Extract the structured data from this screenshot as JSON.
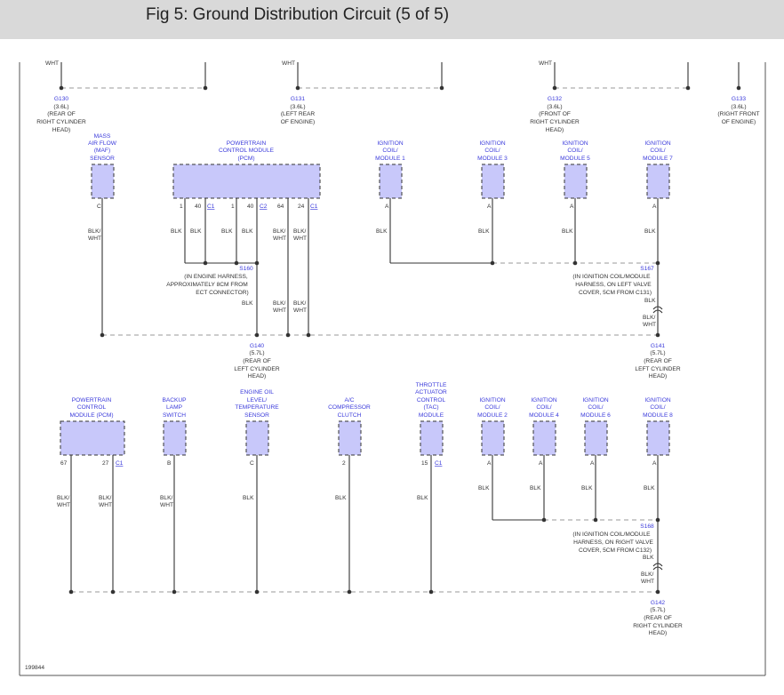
{
  "header": {
    "title": "Fig 5: Ground Distribution Circuit (5 of 5)"
  },
  "figure_id": "199844",
  "top_section": {
    "partial_wire_labels": [
      "WHT",
      "WHT",
      "WHT"
    ],
    "grounds": [
      {
        "id": "G130",
        "engine": "(3.6L)",
        "loc1": "(REAR OF",
        "loc2": "RIGHT CYLINDER",
        "loc3": "HEAD)"
      },
      {
        "id": "G131",
        "engine": "(3.6L)",
        "loc1": "(LEFT REAR",
        "loc2": "OF ENGINE)"
      },
      {
        "id": "G132",
        "engine": "(3.6L)",
        "loc1": "(FRONT OF",
        "loc2": "RIGHT CYLINDER",
        "loc3": "HEAD)"
      },
      {
        "id": "G133",
        "engine": "(3.6L)",
        "loc1": "(RIGHT FRONT",
        "loc2": "OF ENGINE)"
      }
    ]
  },
  "middle_section": {
    "components": [
      {
        "l1": "MASS",
        "l2": "AIR FLOW",
        "l3": "(MAF)",
        "l4": "SENSOR",
        "pin": "C",
        "wire1": "BLK/",
        "wire2": "WHT"
      },
      {
        "l1": "POWERTRAIN",
        "l2": "CONTROL MODULE",
        "l3": "(PCM)"
      },
      {
        "l1": "IGNITION",
        "l2": "COIL/",
        "l3": "MODULE 1",
        "pin": "A",
        "wire": "BLK"
      },
      {
        "l1": "IGNITION",
        "l2": "COIL/",
        "l3": "MODULE 3",
        "pin": "A",
        "wire": "BLK"
      },
      {
        "l1": "IGNITION",
        "l2": "COIL/",
        "l3": "MODULE 5",
        "pin": "A",
        "wire": "BLK"
      },
      {
        "l1": "IGNITION",
        "l2": "COIL/",
        "l3": "MODULE 7",
        "pin": "A",
        "wire": "BLK"
      }
    ],
    "pcm_pins": [
      "1",
      "40",
      "C1",
      "1",
      "40",
      "C2",
      "64",
      "24",
      "C1"
    ],
    "pcm_wires": [
      "BLK",
      "BLK",
      "BLK",
      "BLK",
      "BLK/",
      "WHT",
      "BLK/",
      "WHT"
    ],
    "s160": {
      "id": "S160",
      "d1": "(IN ENGINE HARNESS,",
      "d2": "APPROXIMATELY 8CM FROM",
      "d3": "ECT CONNECTOR)",
      "wire": "BLK"
    },
    "s160_lower_wires": [
      "BLK/",
      "WHT",
      "BLK/",
      "WHT"
    ],
    "s167": {
      "id": "S167",
      "d1": "(IN IGNITION COIL/MODULE",
      "d2": "HARNESS, ON LEFT VALVE",
      "d3": "COVER, 5CM FROM C131)",
      "wire_top": "BLK",
      "wire_bot1": "BLK/",
      "wire_bot2": "WHT"
    },
    "g140": {
      "id": "G140",
      "engine": "(5.7L)",
      "loc1": "(REAR OF",
      "loc2": "LEFT CYLINDER",
      "loc3": "HEAD)"
    },
    "g141": {
      "id": "G141",
      "engine": "(5.7L)",
      "loc1": "(REAR OF",
      "loc2": "LEFT CYLINDER",
      "loc3": "HEAD)"
    }
  },
  "bottom_section": {
    "components": [
      {
        "l1": "POWERTRAIN",
        "l2": "CONTROL",
        "l3": "MODULE (PCM)"
      },
      {
        "l1": "BACKUP",
        "l2": "LAMP",
        "l3": "SWITCH",
        "pin": "B",
        "wire1": "BLK/",
        "wire2": "WHT"
      },
      {
        "l1": "ENGINE OIL",
        "l2": "LEVEL/",
        "l3": "TEMPERATURE",
        "l4": "SENSOR",
        "pin": "C",
        "wire": "BLK"
      },
      {
        "l1": "A/C",
        "l2": "COMPRESSOR",
        "l3": "CLUTCH",
        "pin": "2",
        "wire": "BLK"
      },
      {
        "l1": "THROTTLE",
        "l2": "ACTUATOR",
        "l3": "CONTROL",
        "l4": "(TAC)",
        "l5": "MODULE",
        "pin": "15",
        "conn": "C1",
        "wire": "BLK"
      },
      {
        "l1": "IGNITION",
        "l2": "COIL/",
        "l3": "MODULE 2",
        "pin": "A",
        "wire": "BLK"
      },
      {
        "l1": "IGNITION",
        "l2": "COIL/",
        "l3": "MODULE 4",
        "pin": "A",
        "wire": "BLK"
      },
      {
        "l1": "IGNITION",
        "l2": "COIL/",
        "l3": "MODULE 6",
        "pin": "A",
        "wire": "BLK"
      },
      {
        "l1": "IGNITION",
        "l2": "COIL/",
        "l3": "MODULE 8",
        "pin": "A",
        "wire": "BLK"
      }
    ],
    "pcm_pins": [
      "67",
      "27",
      "C1"
    ],
    "pcm_wires": [
      {
        "a": "BLK/",
        "b": "WHT"
      },
      {
        "a": "BLK/",
        "b": "WHT"
      }
    ],
    "s168": {
      "id": "S168",
      "d1": "(IN IGNITION COIL/MODULE",
      "d2": "HARNESS, ON RIGHT VALVE",
      "d3": "COVER, 5CM FROM C132)",
      "wire_top": "BLK",
      "wire_bot1": "BLK/",
      "wire_bot2": "WHT"
    },
    "g142": {
      "id": "G142",
      "engine": "(5.7L)",
      "loc1": "(REAR OF",
      "loc2": "RIGHT CYLINDER",
      "loc3": "HEAD)"
    }
  }
}
